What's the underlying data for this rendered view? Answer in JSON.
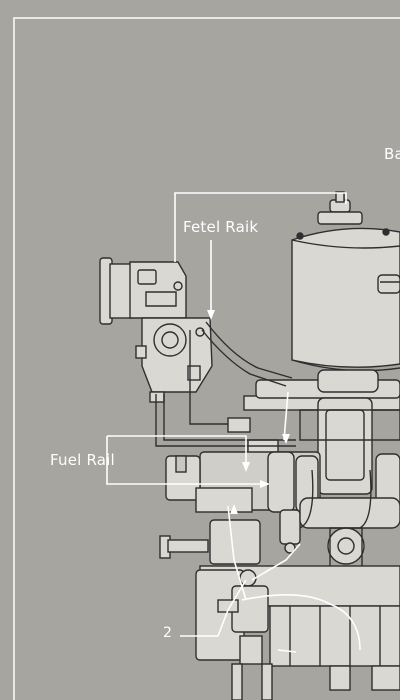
{
  "labels": {
    "top_callout": "Fetel Raik",
    "fuel_rail": "Fuel Rail",
    "cut_label": "Ba",
    "number_callout": "2"
  },
  "colors": {
    "background": "#a6a5a0",
    "linework": "#2f2f2f",
    "callout_line": "#ffffff",
    "body_fill": "#d9d8d3",
    "pipe_fill": "#c8c7c2"
  }
}
